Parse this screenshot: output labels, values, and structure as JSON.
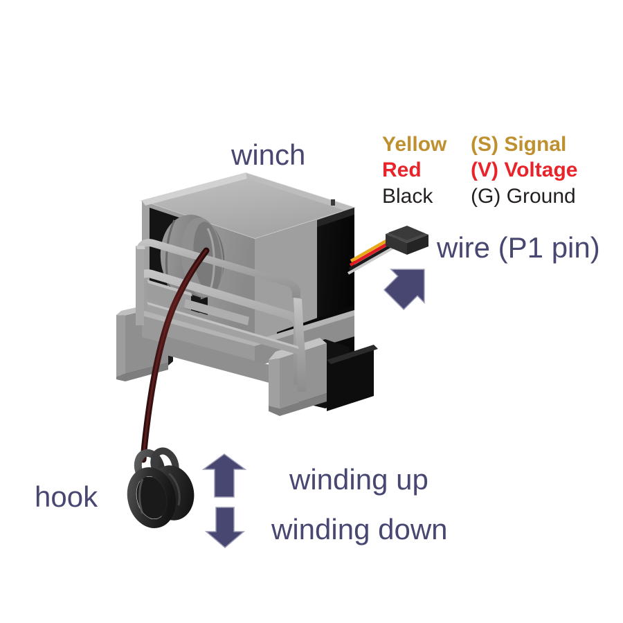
{
  "figure": {
    "type": "technical-diagram",
    "subject": "servo winch with hook and 3-wire P1 connector",
    "background_color": "#ffffff"
  },
  "labels": {
    "winch": "winch",
    "wire": "wire (P1 pin)",
    "hook": "hook",
    "winding_up": "winding up",
    "winding_down": "winding down",
    "label_color": "#474771"
  },
  "legend": {
    "rows": [
      {
        "wire_color_name": "Yellow",
        "pin": "(S) Signal",
        "color": "#bf9030"
      },
      {
        "wire_color_name": "Red",
        "pin": "(V) Voltage",
        "color": "#e8232a"
      },
      {
        "wire_color_name": "Black",
        "pin": "(G) Ground",
        "color": "#231f20"
      }
    ]
  },
  "arrows": {
    "wire_pointer": {
      "name": "wire-callout-arrow",
      "direction": "up-right",
      "color": "#474771"
    },
    "up": {
      "name": "winding-up-arrow",
      "direction": "up",
      "color": "#474771"
    },
    "down": {
      "name": "winding-down-arrow",
      "direction": "down",
      "color": "#474771"
    }
  },
  "art_colors": {
    "housing_gray": "#9a9a9a",
    "housing_light": "#b8b8b8",
    "housing_mid": "#878787",
    "housing_dark": "#6e6e6e",
    "servo_black": "#0d0d0d",
    "servo_black_side": "#1a1a1a",
    "drum_gray": "#8c8c8c",
    "cavity_black": "#141414",
    "cord_maroon": "#4a1818",
    "cord_maroon_dark": "#2a0d0d",
    "hook_black": "#2b2b2b",
    "hook_highlight": "#4a4a4a",
    "connector_top": "#3f3f3f",
    "connector_face": "#2b2b2b",
    "wire_yellow": "#e8a81c",
    "wire_red": "#e01b24",
    "wire_black": "#1a1a1a",
    "wire_sheath": "#c9c9c9"
  }
}
